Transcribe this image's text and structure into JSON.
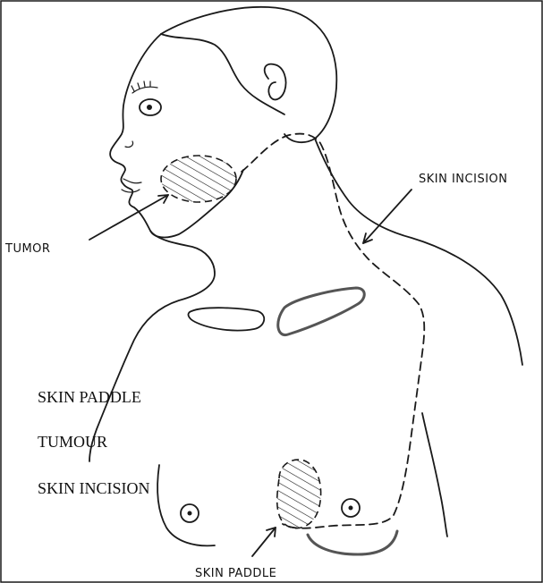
{
  "labels": {
    "skin_incision_top": "SKIN INCISION",
    "tumor_top": "TUMOR",
    "skin_paddle_bottom": "SKIN PADDLE"
  },
  "legend": {
    "skin_paddle": "SKIN PADDLE",
    "tumour": "TUMOUR",
    "skin_incision": "SKIN INCISION"
  }
}
